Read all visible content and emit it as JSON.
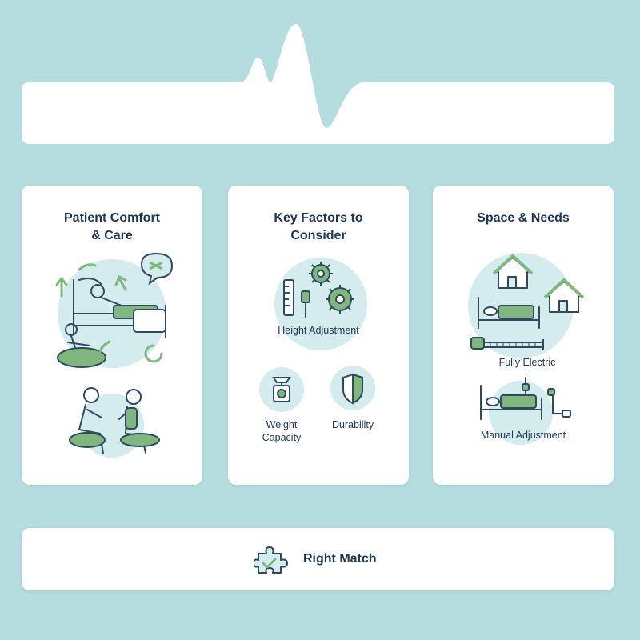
{
  "cards": [
    {
      "title_lines": [
        "Patient Comfort",
        "& Care"
      ]
    },
    {
      "title_lines": [
        "Key Factors to",
        "Consider"
      ],
      "labels": {
        "height": "Height Adjustment",
        "weight_lines": [
          "Weight",
          "Capacity"
        ],
        "durability": "Durability"
      }
    },
    {
      "title_lines": [
        "Space & Needs"
      ],
      "labels": {
        "electric": "Fully Electric",
        "manual": "Manual Adjustment"
      }
    }
  ],
  "footer": {
    "text": "Right Match"
  },
  "colors": {
    "background": "#b5dcdf",
    "card": "#ffffff",
    "text": "#1d3550",
    "accent_green": "#7fb77e",
    "light_teal": "#d4ecee",
    "line": "#2f4a5e"
  }
}
